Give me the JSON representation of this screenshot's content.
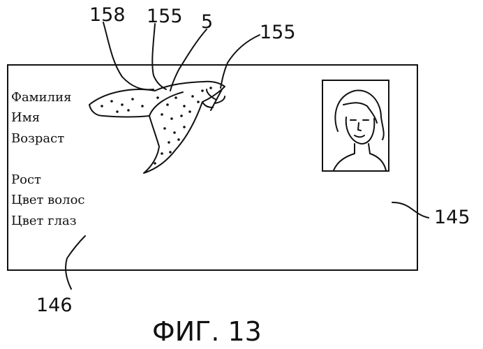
{
  "card": {
    "fields": [
      "Фамилия",
      "Имя",
      "Возраст",
      "Рост",
      "Цвет волос",
      "Цвет глаз"
    ]
  },
  "reference_labels": {
    "label_158": "158",
    "label_155_a": "155",
    "label_5": "5",
    "label_155_b": "155",
    "label_145": "145",
    "label_146": "146"
  },
  "figure_caption": "ФИГ. 13"
}
